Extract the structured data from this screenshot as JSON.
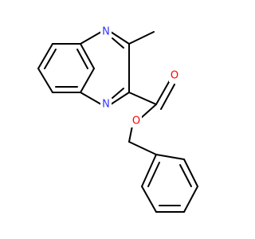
{
  "molecule": {
    "atoms": [
      {
        "id": "n1",
        "element": "N",
        "label": "N",
        "color": "#3333ff"
      },
      {
        "id": "n2",
        "element": "N",
        "label": "N",
        "color": "#3333ff"
      },
      {
        "id": "o1",
        "element": "O",
        "label": "O",
        "color": "#ff0000"
      },
      {
        "id": "o2",
        "element": "O",
        "label": "O",
        "color": "#ff0000"
      }
    ],
    "bond_color": "#000000"
  }
}
